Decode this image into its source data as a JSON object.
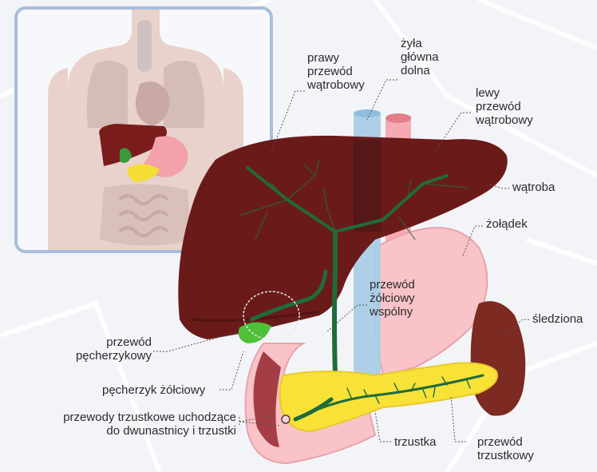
{
  "labels": {
    "prawy_przewod": [
      "prawy",
      "przewód",
      "wątrobowy"
    ],
    "zyla": [
      "żyła",
      "główna",
      "dolna"
    ],
    "lewy_przewod": [
      "lewy",
      "przewód",
      "wątrobowy"
    ],
    "watroba": "wątroba",
    "zoladek": "żołądek",
    "przewod_zolciowy": [
      "przewód",
      "żółciowy",
      "wspólny"
    ],
    "sledziona": "śledziona",
    "przewod_pecherzykowy": [
      "przewód",
      "pęcherzykowy"
    ],
    "pecherzyk": "pęcherzyk żółciowy",
    "przewody_trzustkowe": [
      "przewody trzustkowe uchodzące",
      "do dwunastnicy i trzustki"
    ],
    "trzustka": "trzustka",
    "przewod_trzustkowy": [
      "przewód",
      "trzustkowy"
    ]
  },
  "colors": {
    "liver": "#6b1a1a",
    "bile_duct": "#1f6b3a",
    "gallbladder": "#4ec03a",
    "stomach": "#f9c3c8",
    "pancreas": "#f8e237",
    "vena_cava": "#a9cde6",
    "aorta": "#f6aab4",
    "spleen": "#7c2a22",
    "inset_border": "#a8bedb"
  }
}
